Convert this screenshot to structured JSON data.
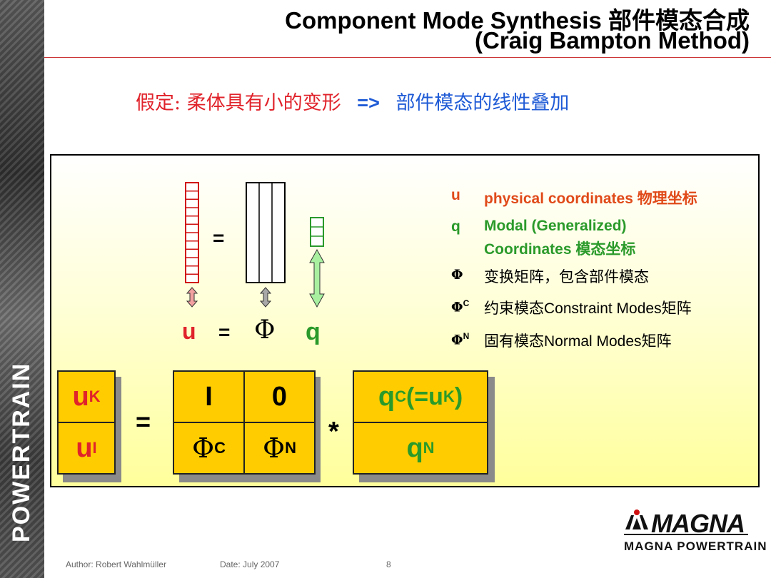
{
  "sidebar": {
    "brand": "POWERTRAIN"
  },
  "title": {
    "line1": "Component Mode Synthesis 部件模态合成",
    "line2": "(Craig Bampton Method)"
  },
  "assumption": {
    "prefix": "假定:",
    "text": "柔体具有小的变形",
    "arrow": "=>",
    "result": "部件模态的线性叠加"
  },
  "equation": {
    "lhs": "u",
    "eq": "=",
    "phi": "Φ",
    "rhs": "q",
    "eq_small": "="
  },
  "legend": [
    {
      "symbol": "u",
      "sup": "",
      "text": "physical coordinates 物理坐标",
      "color": "#e04a1a"
    },
    {
      "symbol": "q",
      "sup": "",
      "text": "Modal (Generalized)",
      "text2": "Coordinates 模态坐标",
      "color": "#2a9a2a"
    },
    {
      "symbol": "Φ",
      "sup": "",
      "text": "变换矩阵，包含部件模态",
      "color": "#000000"
    },
    {
      "symbol": "Φ",
      "sup": "C",
      "text": "约束模态Constraint Modes矩阵",
      "color": "#000000"
    },
    {
      "symbol": "Φ",
      "sup": "N",
      "text": "固有模态Normal Modes矩阵",
      "color": "#000000"
    }
  ],
  "block": {
    "u_top": "u",
    "u_top_sup": "K",
    "u_bot": "u",
    "u_bot_sup": "I",
    "eq": "=",
    "m11": "I",
    "m12": "0",
    "m21": "Φ",
    "m21_sup": "C",
    "m22": "Φ",
    "m22_sup": "N",
    "times": "*",
    "q_top": "q",
    "q_top_sup": "C",
    "q_top_paren": " (=u",
    "q_top_paren_sup": "K",
    "q_top_close": ")",
    "q_bot": "q",
    "q_bot_sup": "N"
  },
  "logo": {
    "name": "MAGNA",
    "sub": "MAGNA POWERTRAIN"
  },
  "footer": {
    "author": "Author: Robert Wahlmüller",
    "date": "Date: July 2007",
    "page": "8"
  },
  "colors": {
    "red": "#e0232b",
    "blue": "#1f5bd6",
    "green": "#2a9a2a",
    "block_fill": "#ffcc00"
  }
}
